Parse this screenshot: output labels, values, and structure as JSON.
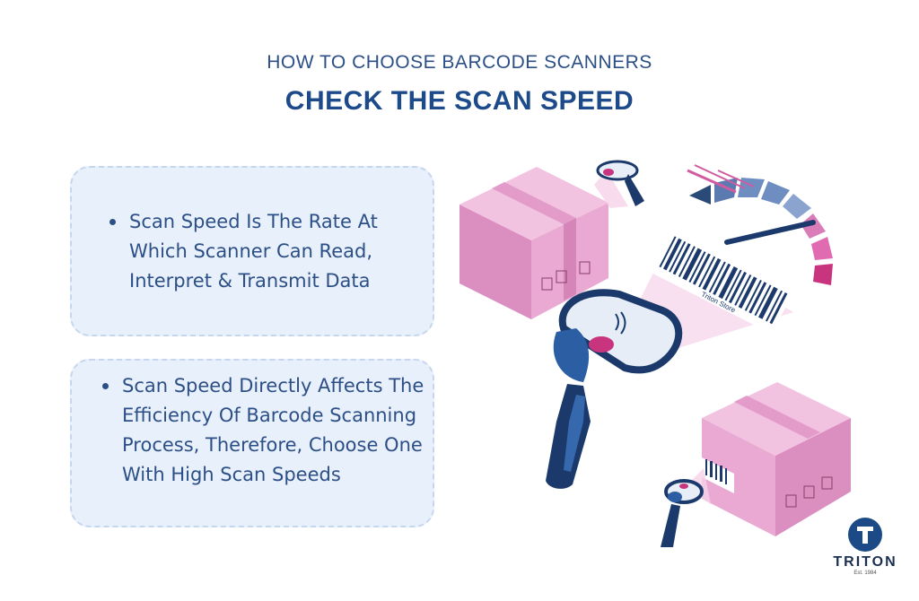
{
  "header": {
    "subtitle": "HOW TO CHOOSE BARCODE SCANNERS",
    "title": "CHECK THE SCAN SPEED"
  },
  "points": [
    {
      "text": "Scan Speed Is The Rate At Which Scanner Can Read, Interpret & Transmit Data"
    },
    {
      "text": "Scan Speed Directly Affects The Efficiency Of Barcode Scanning Process, Therefore, Choose One With High Scan Speeds"
    }
  ],
  "illustration": {
    "barcode_text": "Triton Store"
  },
  "logo": {
    "name": "TRITON",
    "est": "Est. 1984"
  },
  "colors": {
    "navy": "#1c4a8a",
    "card_bg": "#e8f0fb",
    "box_pink": "#e6a6cf",
    "magenta": "#c8357e"
  }
}
